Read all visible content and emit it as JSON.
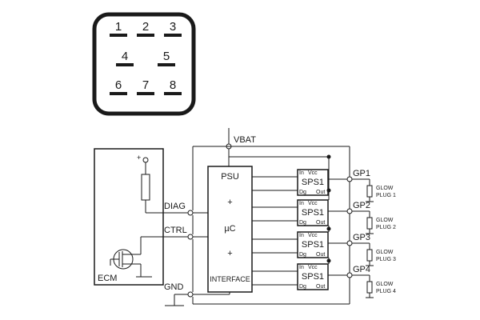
{
  "connector": {
    "pins": [
      "1",
      "2",
      "3",
      "4",
      "5",
      "6",
      "7",
      "8"
    ]
  },
  "ecm": {
    "label": "ECM",
    "plus": "+"
  },
  "signals": {
    "diag": "DIAG",
    "ctrl": "CTRL",
    "gnd": "GND",
    "vbat": "VBAT"
  },
  "controller": {
    "psu": "PSU",
    "plus1": "+",
    "uc": "µC",
    "plus2": "+",
    "interface": "INTERFACE"
  },
  "switches": [
    {
      "name": "SPS1",
      "in": "In",
      "vcc": "Vcc",
      "dg": "Dg",
      "out": "Out"
    },
    {
      "name": "SPS1",
      "in": "In",
      "vcc": "Vcc",
      "dg": "Dg",
      "out": "Out"
    },
    {
      "name": "SPS1",
      "in": "In",
      "vcc": "Vcc",
      "dg": "Dg",
      "out": "Out"
    },
    {
      "name": "SPS1",
      "in": "In",
      "vcc": "Vcc",
      "dg": "Dg",
      "out": "Out"
    }
  ],
  "outputs": [
    {
      "gp": "GP1",
      "line1": "GLOW",
      "line2": "PLUG 1"
    },
    {
      "gp": "GP2",
      "line1": "GLOW",
      "line2": "PLUG 2"
    },
    {
      "gp": "GP3",
      "line1": "GLOW",
      "line2": "PLUG 3"
    },
    {
      "gp": "GP4",
      "line1": "GLOW",
      "line2": "PLUG 4"
    }
  ]
}
